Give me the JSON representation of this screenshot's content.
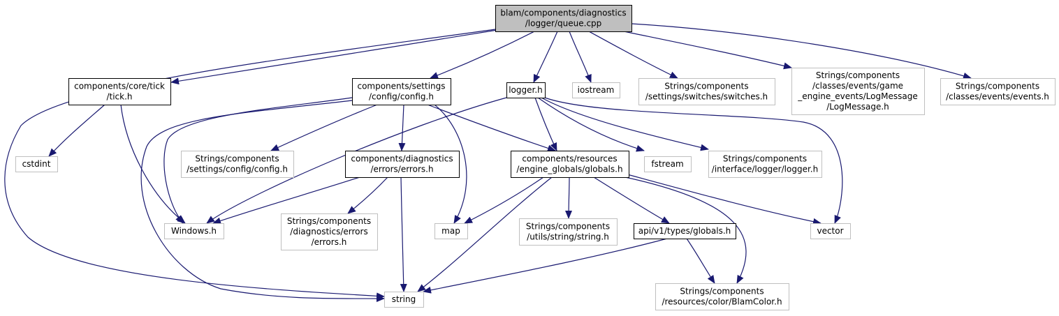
{
  "colors": {
    "edge": "#191970",
    "root_fill": "#bfbfbf",
    "documented_border": "#000000",
    "external_border": "#bfbfbf",
    "node_fill": "#ffffff"
  },
  "nodes": [
    {
      "id": "queue_cpp",
      "lines": [
        "blam/components/diagnostics",
        "/logger/queue.cpp"
      ],
      "kind": "root"
    },
    {
      "id": "tick_h",
      "lines": [
        "components/core/tick",
        "/tick.h"
      ],
      "kind": "documented"
    },
    {
      "id": "config_h",
      "lines": [
        "components/settings",
        "/config/config.h"
      ],
      "kind": "documented"
    },
    {
      "id": "logger_h",
      "lines": [
        "logger.h"
      ],
      "kind": "documented"
    },
    {
      "id": "iostream",
      "lines": [
        "iostream"
      ],
      "kind": "external"
    },
    {
      "id": "switches_h",
      "lines": [
        "Strings/components",
        "/settings/switches/switches.h"
      ],
      "kind": "external"
    },
    {
      "id": "logmessage_h",
      "lines": [
        "Strings/components",
        "/classes/events/game",
        "_engine_events/LogMessage",
        "/LogMessage.h"
      ],
      "kind": "external"
    },
    {
      "id": "events_h",
      "lines": [
        "Strings/components",
        "/classes/events/events.h"
      ],
      "kind": "external"
    },
    {
      "id": "cstdint",
      "lines": [
        "cstdint"
      ],
      "kind": "external"
    },
    {
      "id": "str_config_h",
      "lines": [
        "Strings/components",
        "/settings/config/config.h"
      ],
      "kind": "external"
    },
    {
      "id": "errors_h",
      "lines": [
        "components/diagnostics",
        "/errors/errors.h"
      ],
      "kind": "documented"
    },
    {
      "id": "globals_h",
      "lines": [
        "components/resources",
        "/engine_globals/globals.h"
      ],
      "kind": "documented"
    },
    {
      "id": "fstream",
      "lines": [
        "fstream"
      ],
      "kind": "external"
    },
    {
      "id": "str_logger_h",
      "lines": [
        "Strings/components",
        "/interface/logger/logger.h"
      ],
      "kind": "external"
    },
    {
      "id": "windows_h",
      "lines": [
        "Windows.h"
      ],
      "kind": "external"
    },
    {
      "id": "str_errors_h",
      "lines": [
        "Strings/components",
        "/diagnostics/errors",
        "/errors.h"
      ],
      "kind": "external"
    },
    {
      "id": "map",
      "lines": [
        "map"
      ],
      "kind": "external"
    },
    {
      "id": "str_string_h",
      "lines": [
        "Strings/components",
        "/utils/string/string.h"
      ],
      "kind": "external"
    },
    {
      "id": "api_globals_h",
      "lines": [
        "api/v1/types/globals.h"
      ],
      "kind": "documented"
    },
    {
      "id": "vector",
      "lines": [
        "vector"
      ],
      "kind": "external"
    },
    {
      "id": "string",
      "lines": [
        "string"
      ],
      "kind": "external"
    },
    {
      "id": "blamcolor_h",
      "lines": [
        "Strings/components",
        "/resources/color/BlamColor.h"
      ],
      "kind": "external"
    }
  ],
  "edges": [
    [
      "queue_cpp",
      "tick_h"
    ],
    [
      "queue_cpp",
      "config_h"
    ],
    [
      "queue_cpp",
      "logger_h"
    ],
    [
      "queue_cpp",
      "iostream"
    ],
    [
      "queue_cpp",
      "switches_h"
    ],
    [
      "queue_cpp",
      "logmessage_h"
    ],
    [
      "queue_cpp",
      "events_h"
    ],
    [
      "queue_cpp",
      "string"
    ],
    [
      "tick_h",
      "cstdint"
    ],
    [
      "tick_h",
      "windows_h"
    ],
    [
      "config_h",
      "windows_h"
    ],
    [
      "config_h",
      "str_config_h"
    ],
    [
      "config_h",
      "errors_h"
    ],
    [
      "config_h",
      "globals_h"
    ],
    [
      "config_h",
      "map"
    ],
    [
      "config_h",
      "string"
    ],
    [
      "logger_h",
      "windows_h"
    ],
    [
      "logger_h",
      "globals_h"
    ],
    [
      "logger_h",
      "fstream"
    ],
    [
      "logger_h",
      "str_logger_h"
    ],
    [
      "logger_h",
      "vector"
    ],
    [
      "errors_h",
      "windows_h"
    ],
    [
      "errors_h",
      "str_errors_h"
    ],
    [
      "errors_h",
      "string"
    ],
    [
      "globals_h",
      "map"
    ],
    [
      "globals_h",
      "str_string_h"
    ],
    [
      "globals_h",
      "api_globals_h"
    ],
    [
      "globals_h",
      "string"
    ],
    [
      "globals_h",
      "vector"
    ],
    [
      "globals_h",
      "blamcolor_h"
    ],
    [
      "api_globals_h",
      "string"
    ],
    [
      "api_globals_h",
      "blamcolor_h"
    ]
  ]
}
